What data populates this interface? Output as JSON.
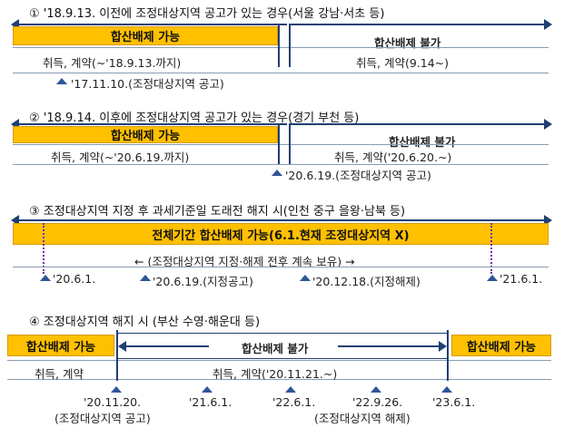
{
  "s1": {
    "heading": "① '18.9.13. 이전에 조정대상지역 공고가 있는 경우(서울 강남·서초 등)",
    "allowed": "합산배제 가능",
    "not_allowed": "합산배제 불가",
    "left_period": "취득, 계약(~'18.9.13.까지)",
    "right_period": "취득, 계약(9.14~)",
    "marker": "'17.11.10.(조정대상지역 공고)"
  },
  "s2": {
    "heading": "② '18.9.14. 이후에 조정대상지역 공고가 있는 경우(경기 부천 등)",
    "allowed": "합산배제 가능",
    "not_allowed": "합산배제 불가",
    "left_period": "취득, 계약(~'20.6.19.까지)",
    "right_period": "취득, 계약('20.6.20.~)",
    "marker": "'20.6.19.(조정대상지역 공고)"
  },
  "s3": {
    "heading": "③ 조정대상지역 지정 후 과세기준일 도래전 해지 시(인천 중구 을왕·남북 등)",
    "bar": "전체기간 합산배제 가능(6.1.현재 조정대상지역 X)",
    "note": "← (조정대상지역 지정·해제 전후 계속 보유) →",
    "markers": [
      "'20.6.1.",
      "'20.6.19.(지정공고)",
      "'20.12.18.(지정해제)",
      "'21.6.1."
    ]
  },
  "s4": {
    "heading": "④ 조정대상지역 해지 시 (부산 수영·해운대 등)",
    "left_allowed": "합산배제 가능",
    "middle": "합산배제 불가",
    "right_allowed": "합산배제 가능",
    "left_period": "취득, 계약",
    "mid_period": "취득, 계약('20.11.21.~)",
    "markers": [
      "'20.11.20.",
      "'21.6.1.",
      "'22.6.1.",
      "'22.9.26.",
      "'23.6.1."
    ],
    "marker_notes": [
      "(조정대상지역 공고)",
      "(조정대상지역 해제)"
    ]
  },
  "colors": {
    "orange": "#ffc000",
    "navy": "#1f3f74",
    "purple": "#7030a0",
    "marker": "#2f5597"
  }
}
